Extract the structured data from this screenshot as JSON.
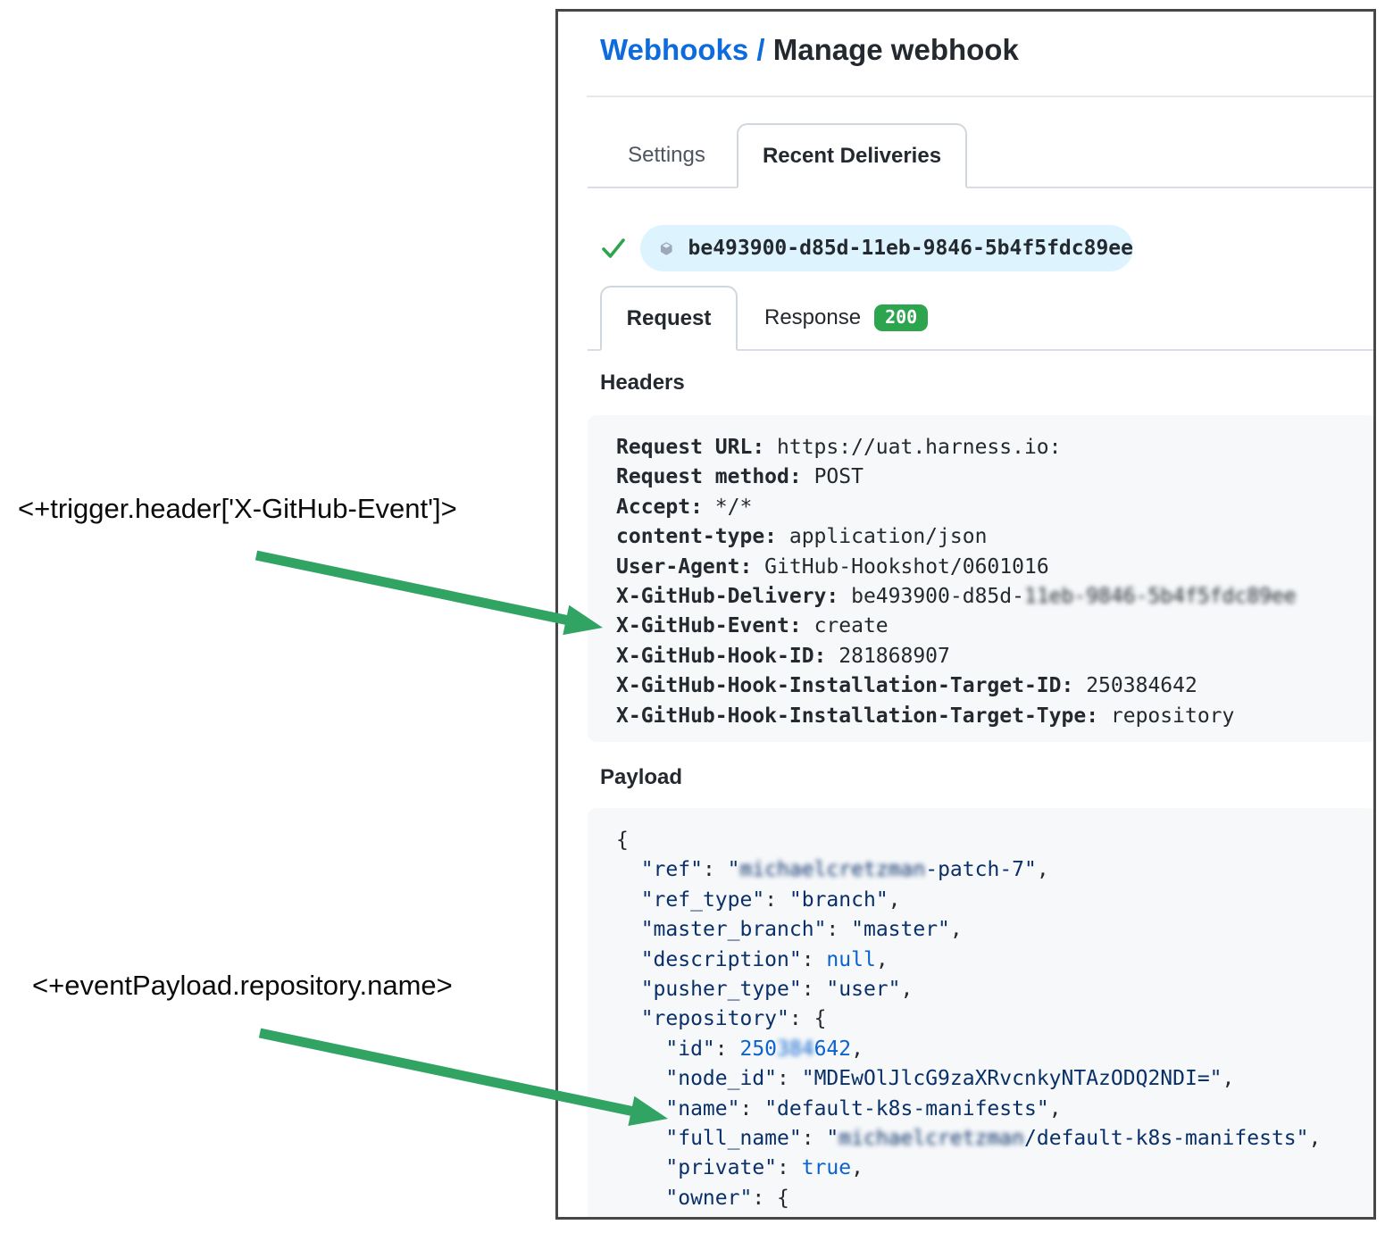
{
  "breadcrumb": {
    "link": "Webhooks",
    "separator": "/",
    "current": "Manage webhook"
  },
  "tabs_main": {
    "settings": "Settings",
    "recent_deliveries": "Recent Deliveries"
  },
  "delivery": {
    "uuid": "be493900-d85d-11eb-9846-5b4f5fdc89ee"
  },
  "tabs_delivery": {
    "request": "Request",
    "response": "Response",
    "response_status": "200"
  },
  "headers_section": {
    "title": "Headers",
    "lines": [
      {
        "label": "Request URL:",
        "parts": [
          {
            "t": " https://uat.harness.io:"
          }
        ]
      },
      {
        "label": "Request method:",
        "parts": [
          {
            "t": " POST"
          }
        ]
      },
      {
        "label": "Accept:",
        "parts": [
          {
            "t": " */*"
          }
        ]
      },
      {
        "label": "content-type:",
        "parts": [
          {
            "t": " application/json"
          }
        ]
      },
      {
        "label": "User-Agent:",
        "parts": [
          {
            "t": " GitHub-Hookshot/0601016"
          }
        ]
      },
      {
        "label": "X-GitHub-Delivery:",
        "parts": [
          {
            "t": " be493900-d85d-"
          },
          {
            "t": "11eb-9846-5b4f5fdc89ee",
            "b": true
          }
        ]
      },
      {
        "label": "X-GitHub-Event:",
        "parts": [
          {
            "t": " create"
          }
        ]
      },
      {
        "label": "X-GitHub-Hook-ID:",
        "parts": [
          {
            "t": " 281868907"
          }
        ]
      },
      {
        "label": "X-GitHub-Hook-Installation-Target-ID:",
        "parts": [
          {
            "t": " 250384642"
          }
        ]
      },
      {
        "label": "X-GitHub-Hook-Installation-Target-Type:",
        "parts": [
          {
            "t": " repository"
          }
        ]
      }
    ]
  },
  "payload_section": {
    "title": "Payload",
    "lines": [
      [
        {
          "t": "{",
          "c": "p"
        }
      ],
      [
        {
          "t": "  ",
          "c": "p"
        },
        {
          "t": "\"ref\"",
          "c": "s"
        },
        {
          "t": ": ",
          "c": "p"
        },
        {
          "t": "\"",
          "c": "s"
        },
        {
          "t": "michaelcretzman",
          "c": "s",
          "b": true
        },
        {
          "t": "-patch-7\"",
          "c": "s"
        },
        {
          "t": ",",
          "c": "p"
        }
      ],
      [
        {
          "t": "  ",
          "c": "p"
        },
        {
          "t": "\"ref_type\"",
          "c": "s"
        },
        {
          "t": ": ",
          "c": "p"
        },
        {
          "t": "\"branch\"",
          "c": "s"
        },
        {
          "t": ",",
          "c": "p"
        }
      ],
      [
        {
          "t": "  ",
          "c": "p"
        },
        {
          "t": "\"master_branch\"",
          "c": "s"
        },
        {
          "t": ": ",
          "c": "p"
        },
        {
          "t": "\"master\"",
          "c": "s"
        },
        {
          "t": ",",
          "c": "p"
        }
      ],
      [
        {
          "t": "  ",
          "c": "p"
        },
        {
          "t": "\"description\"",
          "c": "s"
        },
        {
          "t": ": ",
          "c": "p"
        },
        {
          "t": "null",
          "c": "k"
        },
        {
          "t": ",",
          "c": "p"
        }
      ],
      [
        {
          "t": "  ",
          "c": "p"
        },
        {
          "t": "\"pusher_type\"",
          "c": "s"
        },
        {
          "t": ": ",
          "c": "p"
        },
        {
          "t": "\"user\"",
          "c": "s"
        },
        {
          "t": ",",
          "c": "p"
        }
      ],
      [
        {
          "t": "  ",
          "c": "p"
        },
        {
          "t": "\"repository\"",
          "c": "s"
        },
        {
          "t": ": {",
          "c": "p"
        }
      ],
      [
        {
          "t": "    ",
          "c": "p"
        },
        {
          "t": "\"id\"",
          "c": "s"
        },
        {
          "t": ": ",
          "c": "p"
        },
        {
          "t": "250",
          "c": "n"
        },
        {
          "t": "384",
          "c": "n",
          "b": true
        },
        {
          "t": "642",
          "c": "n"
        },
        {
          "t": ",",
          "c": "p"
        }
      ],
      [
        {
          "t": "    ",
          "c": "p"
        },
        {
          "t": "\"node_id\"",
          "c": "s"
        },
        {
          "t": ": ",
          "c": "p"
        },
        {
          "t": "\"MDEwOlJlcG9zaXRvcnkyNTAzODQ2NDI=\"",
          "c": "s"
        },
        {
          "t": ",",
          "c": "p"
        }
      ],
      [
        {
          "t": "    ",
          "c": "p"
        },
        {
          "t": "\"name\"",
          "c": "s"
        },
        {
          "t": ": ",
          "c": "p"
        },
        {
          "t": "\"default-k8s-manifests\"",
          "c": "s"
        },
        {
          "t": ",",
          "c": "p"
        }
      ],
      [
        {
          "t": "    ",
          "c": "p"
        },
        {
          "t": "\"full_name\"",
          "c": "s"
        },
        {
          "t": ": ",
          "c": "p"
        },
        {
          "t": "\"",
          "c": "s"
        },
        {
          "t": "michaelcretzman",
          "c": "s",
          "b": true
        },
        {
          "t": "/default-k8s-manifests\"",
          "c": "s"
        },
        {
          "t": ",",
          "c": "p"
        }
      ],
      [
        {
          "t": "    ",
          "c": "p"
        },
        {
          "t": "\"private\"",
          "c": "s"
        },
        {
          "t": ": ",
          "c": "p"
        },
        {
          "t": "true",
          "c": "k"
        },
        {
          "t": ",",
          "c": "p"
        }
      ],
      [
        {
          "t": "    ",
          "c": "p"
        },
        {
          "t": "\"owner\"",
          "c": "s"
        },
        {
          "t": ": {",
          "c": "p"
        }
      ]
    ]
  },
  "annotations": {
    "trigger_header": "<+trigger.header['X-GitHub-Event']>",
    "event_payload": "<+eventPayload.repository.name>"
  },
  "colors": {
    "link_blue": "#0d6bdd",
    "check_green": "#2da44e",
    "badge_green": "#2da44e",
    "arrow_green": "#31a463",
    "pill_blue": "#ddf4ff",
    "box_gray": "#f6f8fa",
    "json_navy": "#0a3069",
    "json_blue": "#0b63ce"
  }
}
